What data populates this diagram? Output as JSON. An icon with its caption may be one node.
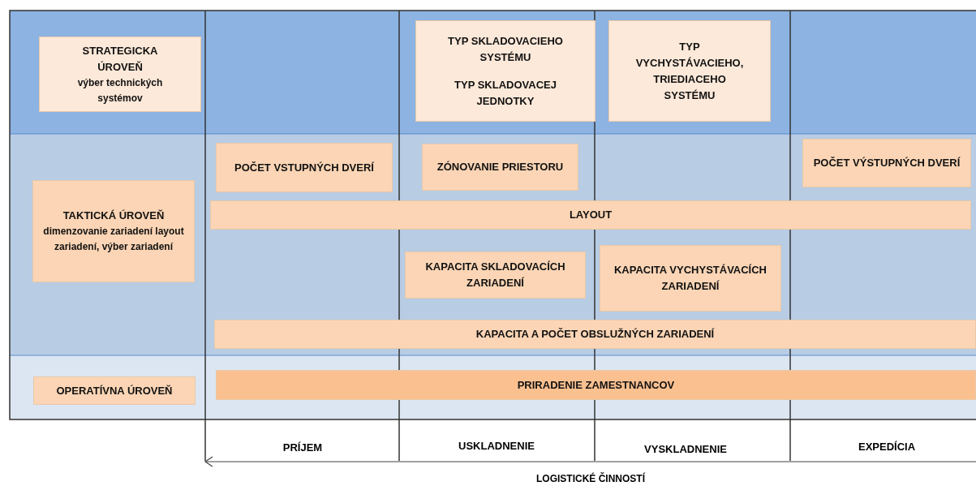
{
  "diagram": {
    "nodes": [
      {
        "text": [
          "STRATEGICKA ÚROVEŇ",
          "výber technických systémov"
        ]
      },
      {
        "text": [
          "TYP SKLADOVACIEHO SYSTÉMU",
          "TYP SKLADOVACEJ JEDNOTKY"
        ]
      },
      {
        "text": [
          "TYP VYCHYSTÁVACIEHO, TRIEDIACEHO SYSTÉMU"
        ]
      },
      {
        "text": [
          "TAKTICKÁ ÚROVEŇ",
          "dimenzovanie zariadení layout zariadení, výber zariadení"
        ]
      },
      {
        "text": [
          "POČET VSTUPNÝCH DVERÍ"
        ]
      },
      {
        "text": [
          "ZÓNOVANIE PRIESTORU"
        ]
      },
      {
        "text": [
          "POČET VÝSTUPNÝCH DVERÍ"
        ]
      },
      {
        "text": [
          "LAYOUT"
        ]
      },
      {
        "text": [
          "KAPACITA SKLADOVACÍCH ZARIADENÍ"
        ]
      },
      {
        "text": [
          "KAPACITA VYCHYSTÁVACÍCH ZARIADENÍ"
        ]
      },
      {
        "text": [
          "KAPACITA A POČET OBSLUŽNÝCH ZARIADENÍ"
        ]
      },
      {
        "text": [
          "OPERATÍVNA ÚROVEŇ"
        ]
      },
      {
        "text": [
          "PRIRADENIE ZAMESTNANCOV"
        ]
      }
    ],
    "edges": [],
    "labels": [
      "PRÍJEM",
      "USKLADNENIE",
      "VYSKLADNENIE",
      "EXPEDÍCIA",
      "LOGISTICKÉ ČINNOSTÍ"
    ]
  }
}
